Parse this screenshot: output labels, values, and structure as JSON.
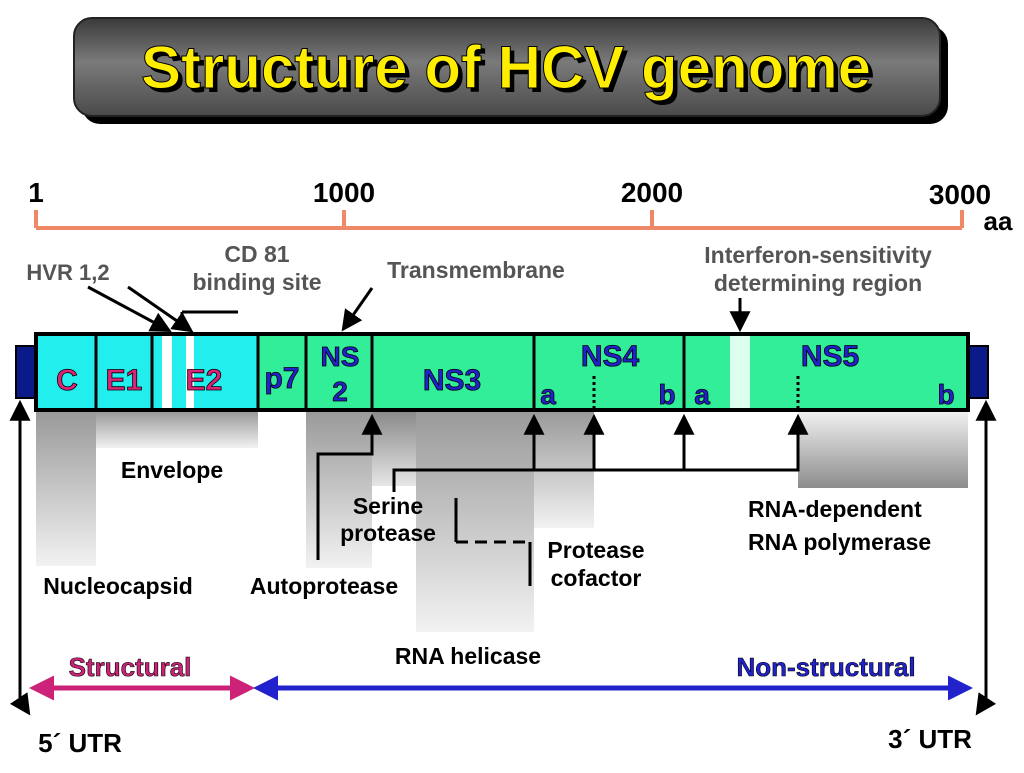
{
  "title": "Structure of HCV genome",
  "scale": {
    "ticks": [
      "1",
      "1000",
      "2000",
      "3000"
    ],
    "unit": "aa"
  },
  "annotations": {
    "hvr": "HVR 1,2",
    "cd81_line1": "CD 81",
    "cd81_line2": "binding site",
    "transmembrane": "Transmembrane",
    "isdr_line1": "Interferon-sensitivity",
    "isdr_line2": "determining region"
  },
  "segments": {
    "c": "C",
    "e1": "E1",
    "e2": "E2",
    "p7": "p7",
    "ns2_line1": "NS",
    "ns2_line2": "2",
    "ns3": "NS3",
    "ns4": "NS4",
    "ns4a": "a",
    "ns4b": "b",
    "ns5": "NS5",
    "ns5a": "a",
    "ns5b": "b"
  },
  "functions": {
    "envelope": "Envelope",
    "nucleocapsid": "Nucleocapsid",
    "autoprotease": "Autoprotease",
    "serine_line1": "Serine",
    "serine_line2": "protease",
    "rna_helicase": "RNA helicase",
    "cofactor_line1": "Protease",
    "cofactor_line2": "cofactor",
    "rdrp_line1": "RNA-dependent",
    "rdrp_line2": "RNA polymerase"
  },
  "regions": {
    "structural": "Structural",
    "nonstructural": "Non-structural"
  },
  "utr": {
    "five": "5´ UTR",
    "three": "3´ UTR"
  },
  "colors": {
    "genome_fill": "#33ee99",
    "structural_fill": "#22eeee",
    "segment_text_magenta": "#dd2277",
    "segment_text_blue": "#2222cc",
    "title_text": "#ffee00",
    "scale_line": "#ee8866",
    "structural_arrow": "#cc2277",
    "nonstructural_arrow": "#2222cc",
    "utr_box": "#0a1a88"
  }
}
